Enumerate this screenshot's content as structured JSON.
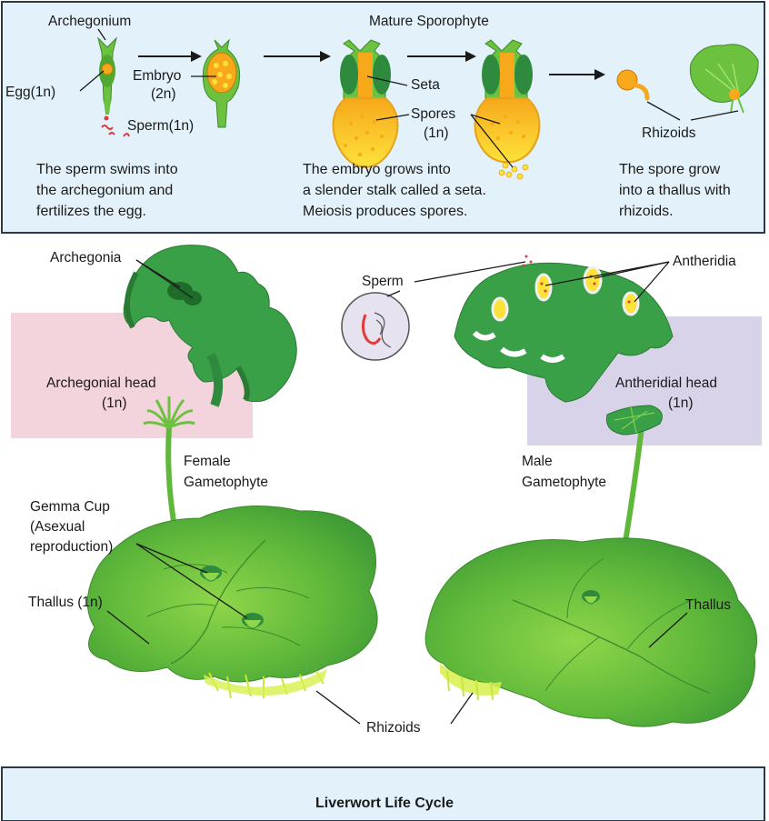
{
  "top": {
    "archegonium": "Archegonium",
    "mature_sporophyte": "Mature Sporophyte",
    "egg": "Egg(1n)",
    "embryo": "Embryo",
    "embryo_ploidy": "(2n)",
    "sperm": "Sperm(1n)",
    "seta": "Seta",
    "spores": "Spores",
    "spores_ploidy": "(1n)",
    "rhizoids": "Rhizoids",
    "caption1": [
      "The sperm swims into",
      "the archegonium and",
      "fertilizes the egg."
    ],
    "caption2": [
      "The embryo grows into",
      "a slender stalk called a seta.",
      "Meiosis produces spores."
    ],
    "caption3": [
      "The spore grow",
      "into a thallus with",
      "rhizoids."
    ]
  },
  "main": {
    "archegonia": "Archegonia",
    "sperm": "Sperm",
    "antheridia": "Antheridia",
    "archegonial_head": "Archegonial head",
    "archegonial_ploidy": "(1n)",
    "antheridial_head": "Antheridial head",
    "antheridial_ploidy": "(1n)",
    "female": "Female",
    "gametophyte_f": "Gametophyte",
    "male": "Male",
    "gametophyte_m": "Gametophyte",
    "gemma1": "Gemma Cup",
    "gemma2": "(Asexual",
    "gemma3": "reproduction)",
    "thallus_left": "Thallus (1n)",
    "thallus_right": "Thallus",
    "rhizoids": "Rhizoids"
  },
  "footer": {
    "title": "Liverwort Life Cycle"
  },
  "colors": {
    "panel": "#e3f2fa",
    "pink": "#f3d3dc",
    "lavender": "#d8d3e8",
    "dark_green": "#2e8b3e",
    "leaf_green": "#6cc23f",
    "orange": "#f7a81b",
    "yellow": "#fde23a"
  }
}
